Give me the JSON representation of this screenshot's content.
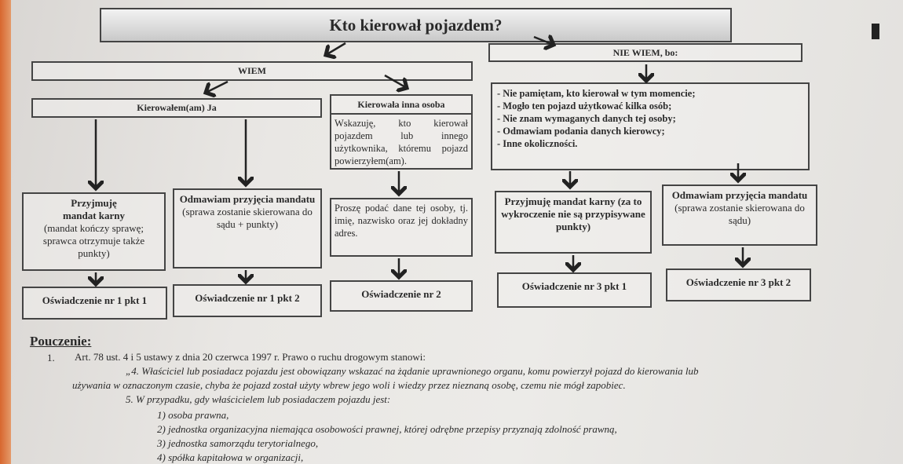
{
  "title": "Kto kierował pojazdem?",
  "wiem": "WIEM",
  "nie_wiem": "NIE WIEM, bo:",
  "ja": "Kierowałem(am) Ja",
  "inna": {
    "header": "Kierowała inna osoba",
    "text": "Wskazuję, kto kierował pojazdem lub innego użytkownika, któremu pojazd powierzyłem(am)."
  },
  "reasons": [
    "- Nie pamiętam, kto kierował w tym momencie;",
    "- Mogło ten pojazd użytkować kilka osób;",
    "- Nie znam wymaganych danych tej osoby;",
    "- Odmawiam podania danych kierowcy;",
    "- Inne okoliczności."
  ],
  "opt1": {
    "bold1": "Przyjmuję",
    "bold2": "mandat karny",
    "text": "(mandat kończy sprawę; sprawca otrzymuje także punkty)"
  },
  "opt2": {
    "bold": "Odmawiam przyjęcia mandatu",
    "text": "(sprawa zostanie skierowana do sądu + punkty)"
  },
  "opt3": {
    "text": "Proszę podać dane tej osoby, tj. imię, nazwisko oraz jej dokładny adres."
  },
  "opt4": {
    "bold": "Przyjmuję mandat karny (za to wykroczenie nie są przypisywane punkty)"
  },
  "opt5": {
    "bold": "Odmawiam przyjęcia mandatu",
    "text": "(sprawa zostanie skierowana do sądu)"
  },
  "results": [
    "Oświadczenie nr 1 pkt 1",
    "Oświadczenie nr 1 pkt 2",
    "Oświadczenie nr 2",
    "Oświadczenie nr 3 pkt 1",
    "Oświadczenie nr 3 pkt 2"
  ],
  "pouczenie": {
    "heading": "Pouczenie:",
    "num": "1.",
    "line1": "Art. 78 ust. 4 i 5 ustawy z dnia 20 czerwca 1997 r. Prawo o ruchu drogowym stanowi:",
    "line2": "„4. Właściciel lub posiadacz pojazdu jest obowiązany wskazać na żądanie uprawnionego organu, komu powierzył pojazd do kierowania lub",
    "line3": "używania w oznaczonym czasie, chyba że pojazd został użyty wbrew jego woli i wiedzy przez nieznaną osobę, czemu nie mógł zapobiec.",
    "line4": "5. W przypadku, gdy właścicielem lub posiadaczem pojazdu jest:",
    "items": [
      "1)   osoba prawna,",
      "2)   jednostka organizacyjna niemająca osobowości prawnej, której odrębne przepisy przyznają zdolność prawną,",
      "3)   jednostka samorządu terytorialnego,",
      "4)   spółka kapitałowa w organizacji,"
    ]
  }
}
